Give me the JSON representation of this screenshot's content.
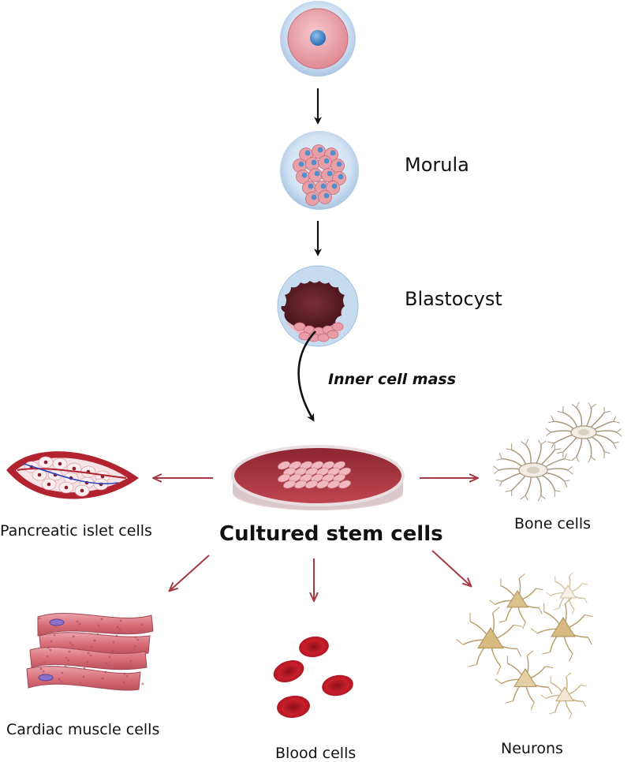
{
  "labels": {
    "morula": "Morula",
    "blastocyst": "Blastocyst",
    "inner_cell_mass": "Inner cell mass",
    "cultured_stem_cells": "Cultured stem cells",
    "pancreatic_islet_cells": "Pancreatic islet cells",
    "bone_cells": "Bone cells",
    "cardiac_muscle_cells": "Cardiac muscle cells",
    "blood_cells": "Blood cells",
    "neurons": "Neurons"
  },
  "colors": {
    "arrow_black": "#111111",
    "arrow_red": "#a33a44",
    "zona": "#c9dcef",
    "cell_pink": "#e7a0a8",
    "nucleus_blue": "#4f8fd0",
    "dish_red": "#a8333f",
    "blood_red": "#c0202a",
    "bone_tan": "#e8dfd2",
    "neuron_tan": "#d9bd86",
    "muscle_pink": "#d9707a"
  }
}
